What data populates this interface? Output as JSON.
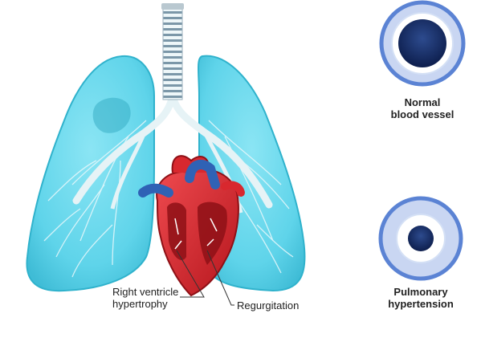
{
  "labels": {
    "rv_hypertrophy": {
      "line1": "Right ventricle",
      "line2": "hypertrophy"
    },
    "regurgitation": "Regurgitation",
    "normal_vessel": {
      "line1": "Normal",
      "line2": "blood vessel"
    },
    "pulmonary_hypertension": {
      "line1": "Pulmonary",
      "line2": "hypertension"
    }
  },
  "colors": {
    "lung_fill": "#5fd4ea",
    "lung_edge": "#2fb2cc",
    "airway": "#e6f3f6",
    "trachea_ring": "#7b97a8",
    "heart_red": "#d8282e",
    "heart_dark": "#8e1016",
    "vessel_blue": "#2f62b5",
    "vessel_ring": "#5b83d4",
    "vessel_wall": "#c9d6f2"
  }
}
